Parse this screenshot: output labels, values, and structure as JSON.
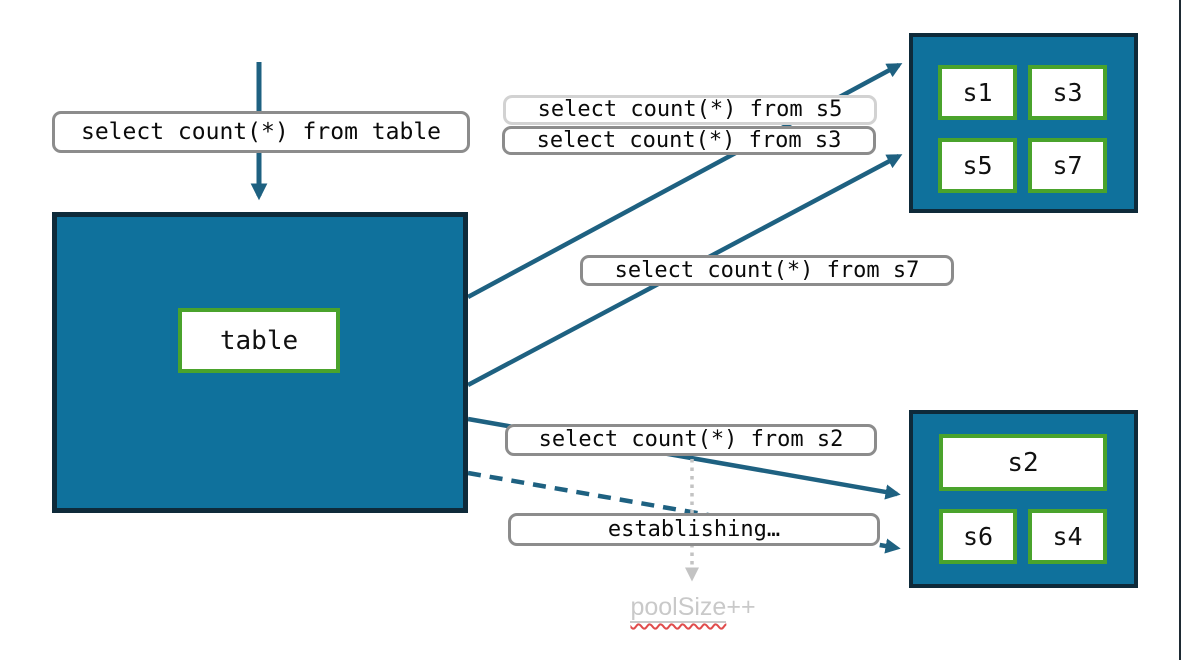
{
  "colors": {
    "teal_fill": "#0f719c",
    "dark_box_border": "#0e2a3a",
    "green_border": "#4aa32c",
    "arrow_teal": "#1e6181",
    "label_border_gray": "#8c8c8c",
    "label_border_light": "#d2d2d2",
    "muted_gray_text": "#c9c9c9",
    "spellcheck_red": "#e04c4c"
  },
  "main_table": {
    "label": "table"
  },
  "queries": {
    "from_table": "select count(*) from table",
    "from_s5": "select count(*) from s5",
    "from_s3": "select count(*) from s3",
    "from_s7": "select count(*) from s7",
    "from_s2": "select count(*) from s2",
    "establishing": "establishing…"
  },
  "pool_note": {
    "text": "poolSize",
    "suffix": "++"
  },
  "shard_groups": {
    "top": {
      "shards": [
        "s1",
        "s3",
        "s5",
        "s7"
      ]
    },
    "bottom": {
      "wide_shard": "s2",
      "shards": [
        "s6",
        "s4"
      ]
    }
  }
}
